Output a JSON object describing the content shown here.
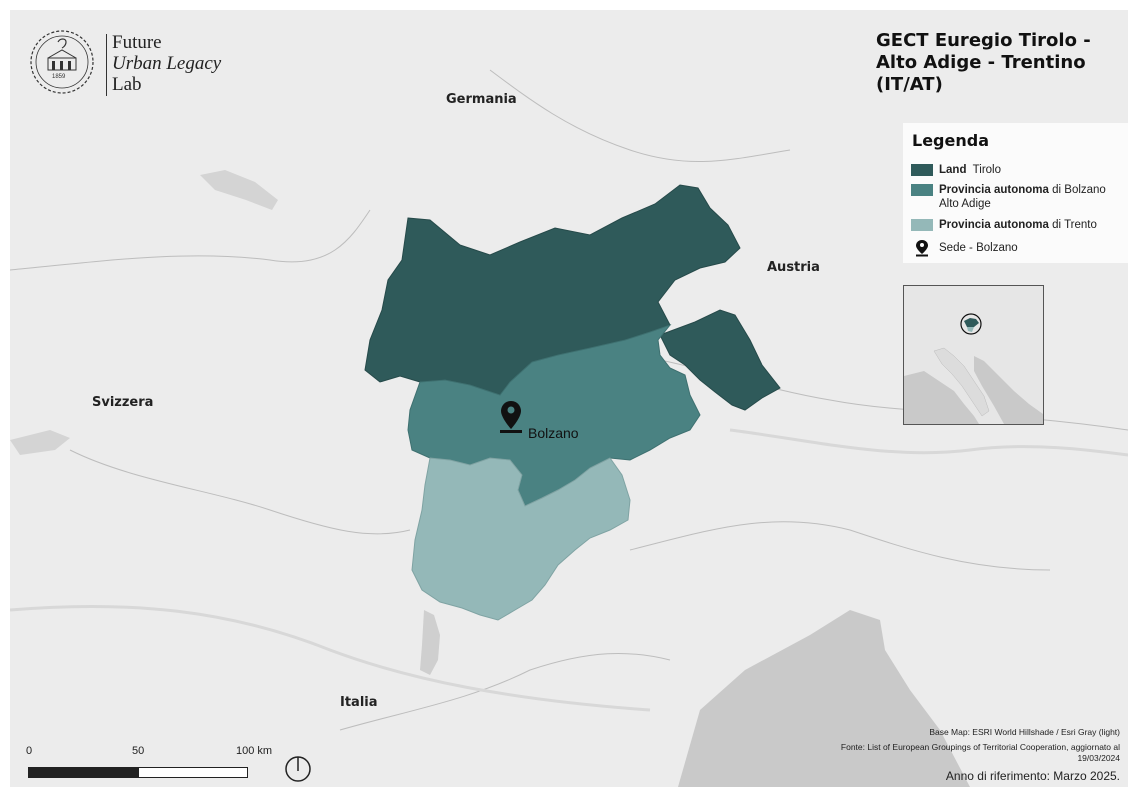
{
  "logo": {
    "line1": "Future",
    "line2": "Urban Legacy",
    "line3": "Lab",
    "emblem_year": "1859"
  },
  "title": "GECT Euregio Tirolo - Alto Adige - Trentino (IT/AT)",
  "legend": {
    "title": "Legenda",
    "items": [
      {
        "bold": "Land",
        "text": "Tirolo",
        "text2": "",
        "color": "#2f5a5a"
      },
      {
        "bold": "Provincia autonoma",
        "text": "di Bolzano",
        "text2": "Alto Adige",
        "color": "#4a8282"
      },
      {
        "bold": "Provincia autonoma",
        "text": "di Trento",
        "text2": "",
        "color": "#94b8b8"
      }
    ],
    "marker": {
      "icon": "map-pin-icon",
      "text": "Sede - Bolzano"
    }
  },
  "map": {
    "countries": [
      "Germania",
      "Austria",
      "Svizzera",
      "Italia"
    ],
    "city": "Bolzano",
    "colors": {
      "tirolo": "#2f5a5a",
      "bolzano": "#4a8282",
      "trento": "#94b8b8",
      "sea": "#c8c8c8",
      "land": "#ececec"
    }
  },
  "scale": {
    "labels": [
      "0",
      "50",
      "100 km"
    ]
  },
  "credits": {
    "basemap": "Base Map: ESRI World Hillshade / Esri Gray (light)",
    "source": "Fonte: List of European Groupings of Territorial Cooperation, aggiornato al 19/03/2024",
    "year": "Anno di riferimento: Marzo 2025."
  }
}
